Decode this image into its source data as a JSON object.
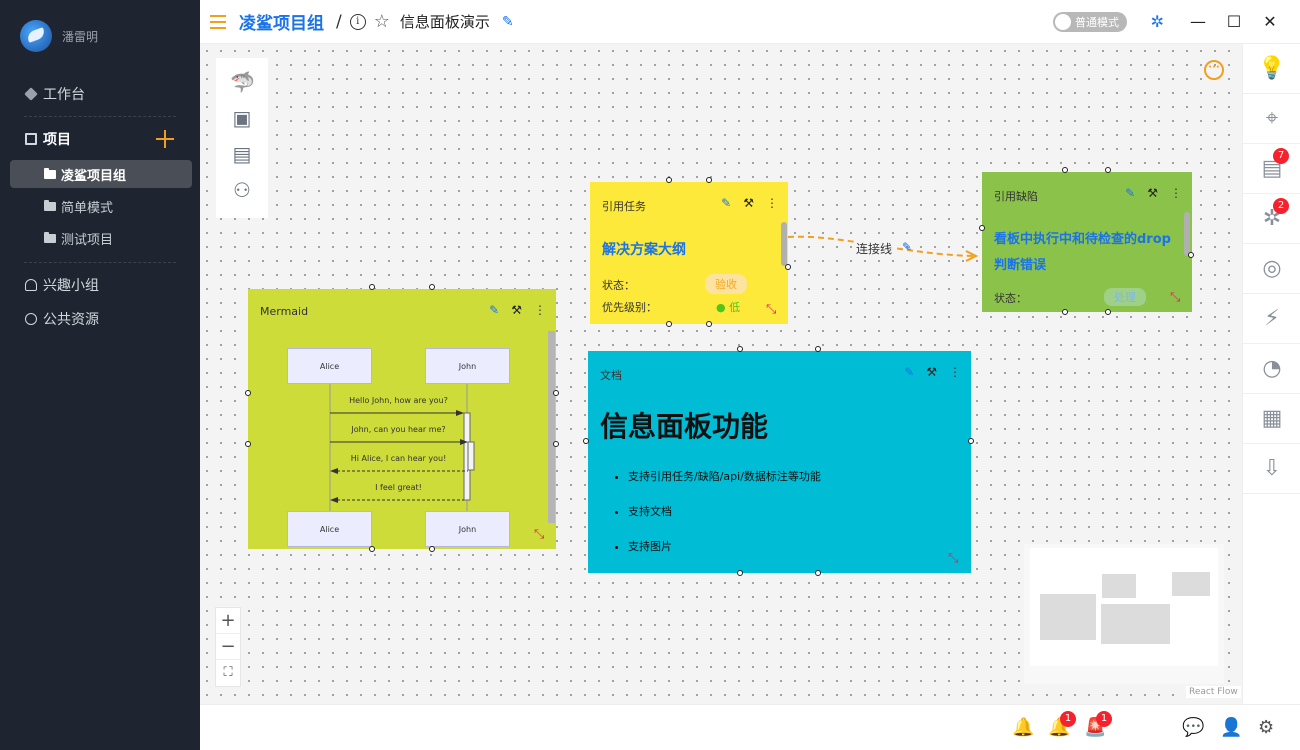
{
  "user": {
    "name": "潘雷明"
  },
  "sidebar": {
    "workbench": "工作台",
    "projects": "项目",
    "project_items": [
      {
        "label": "凌鲨项目组",
        "active": true
      },
      {
        "label": "简单模式",
        "active": false
      },
      {
        "label": "测试项目",
        "active": false
      }
    ],
    "interest_group": "兴趣小组",
    "public_resources": "公共资源"
  },
  "header": {
    "project": "凌鲨项目组",
    "separator": "/",
    "title": "信息面板演示",
    "mode_label": "普通模式"
  },
  "nodes": {
    "task": {
      "header": "引用任务",
      "title": "解决方案大纲",
      "status_label": "状态：",
      "status_value": "验收",
      "priority_label": "优先级别：",
      "priority_value": "● 低"
    },
    "bug": {
      "header": "引用缺陷",
      "title": "看板中执行中和待检查的drop判断错误",
      "status_label": "状态：",
      "status_value": "处理"
    },
    "edge_label": "连接线",
    "mermaid": {
      "header": "Mermaid",
      "actors": [
        "Alice",
        "John"
      ],
      "messages": [
        "Hello John, how are you?",
        "John, can you hear me?",
        "Hi Alice, I can hear you!",
        "I feel great!"
      ]
    },
    "doc": {
      "header": "文档",
      "heading": "信息面板功能",
      "bullets": [
        "支持引用任务/缺陷/api/数据标注等功能",
        "支持文档",
        "支持图片"
      ]
    }
  },
  "react_flow_label": "React Flow",
  "rightbar_badges": {
    "doc": "7",
    "bug": "2"
  },
  "bottom_badges": {
    "notice": "1",
    "alarm": "1"
  },
  "colors": {
    "accent": "#f0a020",
    "link": "#1a73e8",
    "task_bg": "#fde93a",
    "bug_bg": "#8bc34a",
    "mermaid_bg": "#cddc39",
    "doc_bg": "#00bcd4"
  }
}
